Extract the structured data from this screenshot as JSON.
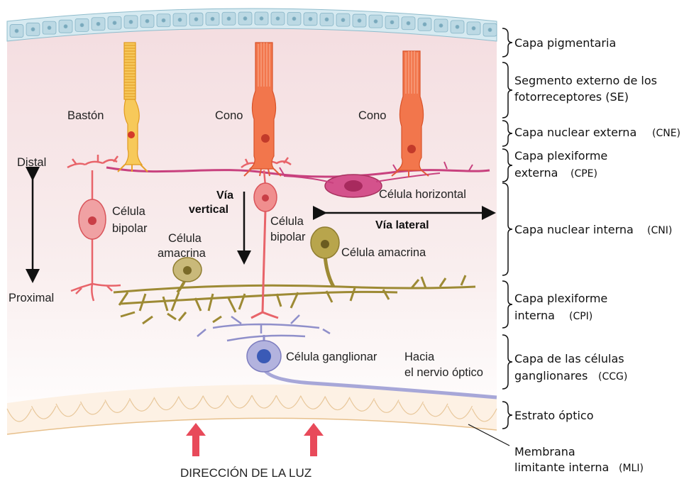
{
  "cell_labels": {
    "rod": "Bastón",
    "cone_1": "Cono",
    "cone_2": "Cono",
    "distal": "Distal",
    "proximal": "Proximal",
    "via_vertical_1": "Vía",
    "via_vertical_2": "vertical",
    "bipolar_left_1": "Célula",
    "bipolar_left_2": "bipolar",
    "bipolar_center_1": "Célula",
    "bipolar_center_2": "bipolar",
    "horizontal_cell": "Célula horizontal",
    "via_lateral": "Vía lateral",
    "amacrine_left_1": "Célula",
    "amacrine_left_2": "amacrina",
    "amacrine_right": "Célula amacrina",
    "ganglion_cell": "Célula ganglionar",
    "optic_nerve_1": "Hacia",
    "optic_nerve_2": "el nervio óptico",
    "light_direction": "DIRECCIÓN DE LA LUZ"
  },
  "layers": {
    "pigment": "Capa pigmentaria",
    "outer_segment_1": "Segmento externo de los",
    "outer_segment_2": "fotorreceptores (SE)",
    "onl": "Capa nuclear externa",
    "onl_abbr": "(CNE)",
    "opl_1": "Capa plexiforme",
    "opl_2": "externa",
    "opl_abbr": "(CPE)",
    "inl": "Capa nuclear interna",
    "inl_abbr": "(CNI)",
    "ipl_1": "Capa plexiforme",
    "ipl_2": "interna",
    "ipl_abbr": "(CPI)",
    "gcl_1": "Capa de las células",
    "gcl_2": "ganglionares",
    "gcl_abbr": "(CCG)",
    "optic_layer": "Estrato óptico",
    "ilm_1": "Membrana",
    "ilm_2": "limitante interna",
    "ilm_abbr": "(MLI)"
  },
  "colors": {
    "rod": "#f5b73c",
    "cone": "#f27049",
    "bipolar": "#e8646a",
    "horizontal": "#c8417e",
    "amacrine": "#a38f3a",
    "ganglion": "#9a9ad0",
    "light_arrow": "#e84a5a",
    "pigment_layer": "#cfe6ee",
    "retina_background": "#f7e4e6"
  }
}
